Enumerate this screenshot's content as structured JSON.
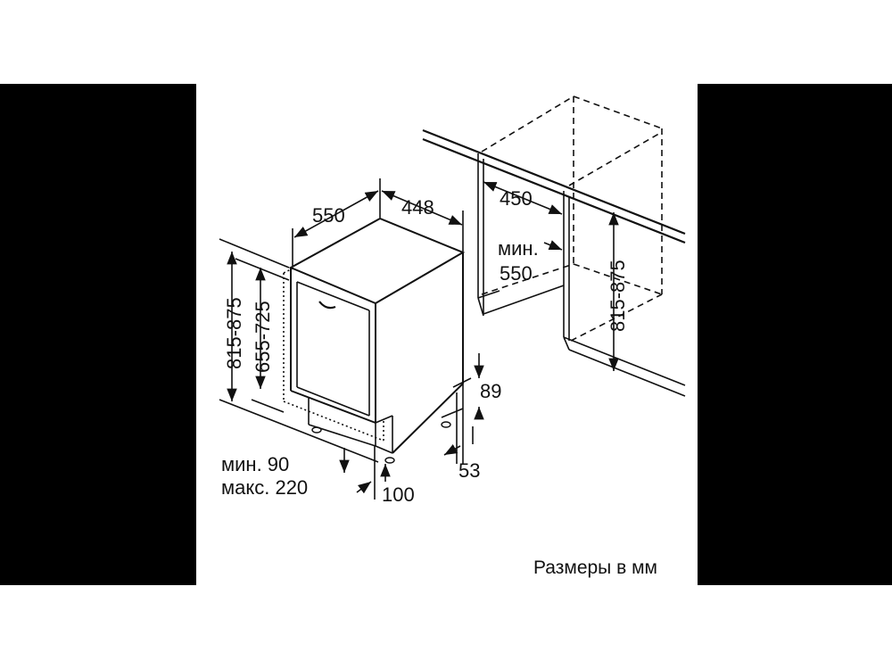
{
  "colors": {
    "line": "#111111",
    "background": "#ffffff",
    "side_bars": "#000000"
  },
  "labels": {
    "depth_appliance": "550",
    "width_appliance": "448",
    "depth_niche": "450",
    "min_depth_label": "мин.",
    "min_depth_value": "550",
    "height_niche_right": "815-875",
    "height_total": "815-875",
    "height_body": "655-725",
    "plinth_89": "89",
    "plinth_53": "53",
    "foot_100": "100",
    "min_plinth": "мин. 90",
    "max_plinth": "макс. 220"
  },
  "caption": "Размеры в мм"
}
